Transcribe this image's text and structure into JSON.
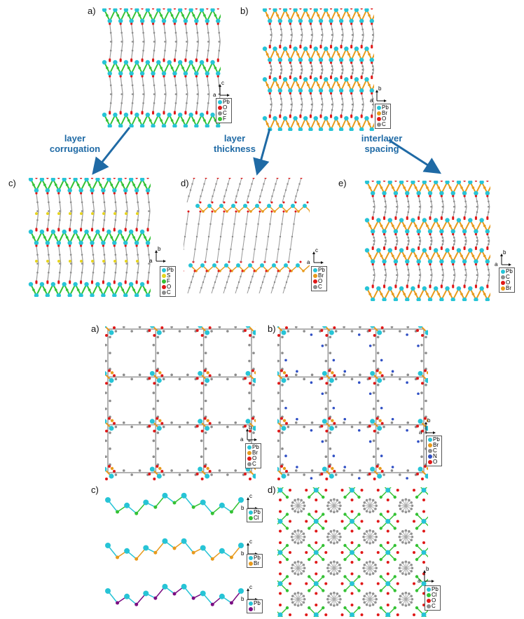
{
  "colors": {
    "Pb": "#27c4d6",
    "Br": "#e89a1c",
    "O": "#e01818",
    "C": "#8c8c8c",
    "F": "#34c234",
    "S": "#e6d41e",
    "N": "#2f4fc4",
    "Cl": "#34c234",
    "I": "#7a0d82",
    "arrow": "#1f6aa5"
  },
  "figure1": {
    "arrows": [
      {
        "label": "layer corrugation"
      },
      {
        "label": "layer thickness"
      },
      {
        "label": "interlayer spacing"
      }
    ],
    "panels": [
      {
        "label": "a)",
        "type": "layer",
        "halide": "F",
        "axes": [
          "a",
          "c"
        ],
        "legend": [
          "Pb",
          "O",
          "C",
          "F"
        ]
      },
      {
        "label": "b)",
        "type": "layer",
        "halide": "Br",
        "axes": [
          "a",
          "b"
        ],
        "legend": [
          "Pb",
          "Br",
          "O",
          "C"
        ]
      },
      {
        "label": "c)",
        "type": "layer",
        "halide": "S",
        "axes": [
          "a",
          "b"
        ],
        "legend": [
          "Pb",
          "S",
          "F",
          "O",
          "C"
        ]
      },
      {
        "label": "d)",
        "type": "slant",
        "halide": "Br",
        "axes": [
          "a",
          "c"
        ],
        "legend": [
          "Pb",
          "Br",
          "O",
          "C"
        ]
      },
      {
        "label": "e)",
        "type": "layer",
        "halide": "Br",
        "axes": [
          "a",
          "b"
        ],
        "legend": [
          "Pb",
          "C",
          "O",
          "Br"
        ]
      }
    ]
  },
  "figure2": {
    "panels": [
      {
        "label": "a)",
        "type": "grid",
        "halide": "Br",
        "axes": [
          "a",
          "b"
        ],
        "legend": [
          "Pb",
          "Br",
          "O",
          "C"
        ]
      },
      {
        "label": "b)",
        "type": "grid",
        "halide": "Br",
        "axes": [
          "a",
          "b"
        ],
        "legend": [
          "Pb",
          "Br",
          "C",
          "N",
          "O"
        ]
      },
      {
        "label": "c)",
        "type": "chains",
        "chains": [
          {
            "halide": "Cl",
            "axes": [
              "b",
              "c"
            ],
            "legend": [
              "Pb",
              "Cl"
            ]
          },
          {
            "halide": "Br",
            "axes": [
              "b",
              "c"
            ],
            "legend": [
              "Pb",
              "Br"
            ]
          },
          {
            "halide": "I",
            "axes": [
              "b",
              "c"
            ],
            "legend": [
              "Pb",
              "I"
            ]
          }
        ]
      },
      {
        "label": "d)",
        "type": "dense",
        "halide": "Cl",
        "axes": [
          "a",
          "b"
        ],
        "legend": [
          "Pb",
          "Cl",
          "O",
          "C"
        ]
      }
    ]
  }
}
